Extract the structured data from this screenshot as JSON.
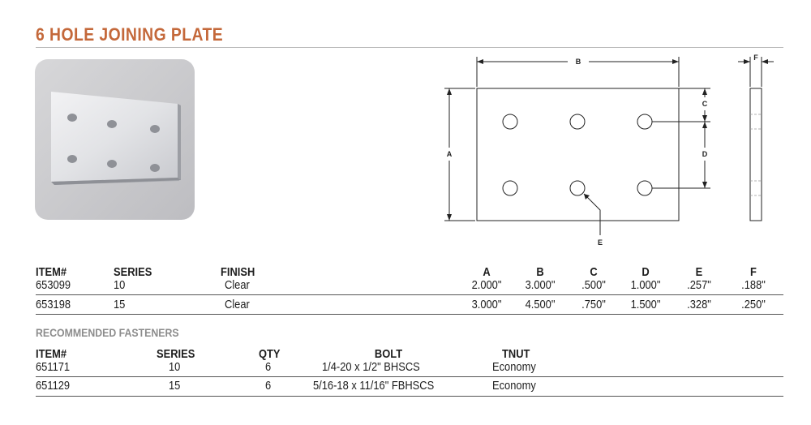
{
  "title": "6 HOLE JOINING PLATE",
  "diagram": {
    "labels": {
      "a": "A",
      "b": "B",
      "c": "C",
      "d": "D",
      "e": "E",
      "f": "F"
    }
  },
  "main_table": {
    "headers": {
      "item": "ITEM#",
      "series": "SERIES",
      "finish": "FINISH",
      "a": "A",
      "b": "B",
      "c": "C",
      "d": "D",
      "e": "E",
      "f": "F"
    },
    "rows": [
      {
        "item": "653099",
        "series": "10",
        "finish": "Clear",
        "a": "2.000\"",
        "b": "3.000\"",
        "c": ".500\"",
        "d": "1.000\"",
        "e": ".257\"",
        "f": ".188\""
      },
      {
        "item": "653198",
        "series": "15",
        "finish": "Clear",
        "a": "3.000\"",
        "b": "4.500\"",
        "c": ".750\"",
        "d": "1.500\"",
        "e": ".328\"",
        "f": ".250\""
      }
    ]
  },
  "fasteners": {
    "title": "RECOMMENDED FASTENERS",
    "headers": {
      "item": "ITEM#",
      "series": "SERIES",
      "qty": "QTY",
      "bolt": "BOLT",
      "tnut": "TNUT"
    },
    "rows": [
      {
        "item": "651171",
        "series": "10",
        "qty": "6",
        "bolt": "1/4-20 x 1/2\" BHSCS",
        "tnut": "Economy"
      },
      {
        "item": "651129",
        "series": "15",
        "qty": "6",
        "bolt": "5/16-18 x 11/16\" FBHSCS",
        "tnut": "Economy"
      }
    ]
  }
}
